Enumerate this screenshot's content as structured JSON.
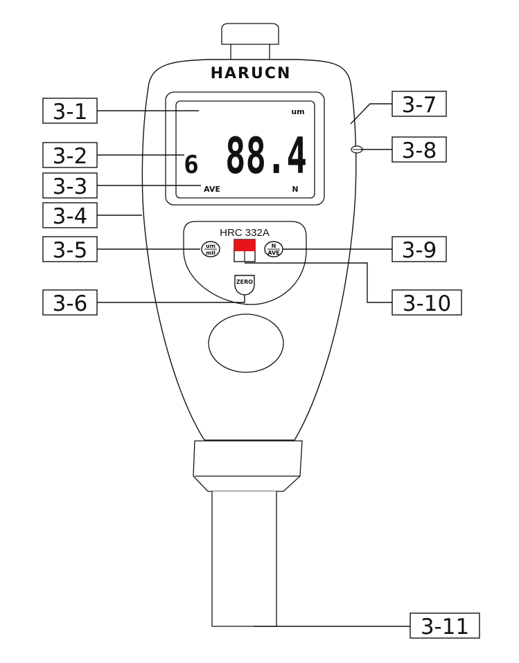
{
  "device": {
    "brand": "HARUCN",
    "model": "HRC 332A",
    "display": {
      "unit": "um",
      "reading": "88.4",
      "count_digit": "6",
      "mode_left": "AVE",
      "mode_right": "N"
    },
    "buttons": {
      "unit_top": "um",
      "unit_bottom": "mil",
      "mode_top": "N",
      "mode_bottom": "AVE",
      "zero": "ZERO"
    },
    "colors": {
      "power_button": "#e8141b",
      "outline": "#111111"
    }
  },
  "callouts": {
    "c1": "3-1",
    "c2": "3-2",
    "c3": "3-3",
    "c4": "3-4",
    "c5": "3-5",
    "c6": "3-6",
    "c7": "3-7",
    "c8": "3-8",
    "c9": "3-9",
    "c10": "3-10",
    "c11": "3-11"
  }
}
